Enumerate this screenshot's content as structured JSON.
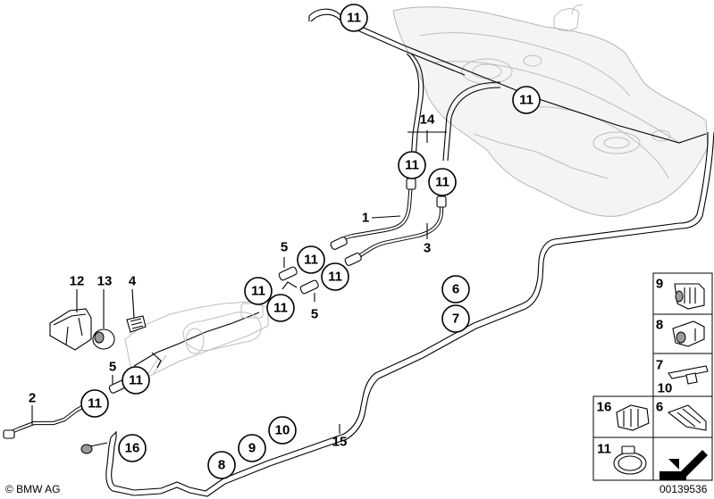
{
  "callouts": {
    "c11_a": "11",
    "c11_b": "11",
    "c11_c": "11",
    "c11_d": "11",
    "c11_e": "11",
    "c11_f": "11",
    "c11_g": "11",
    "c11_h": "11",
    "c11_i": "11",
    "c11_j": "11",
    "c6": "6",
    "c7": "7",
    "c16": "16",
    "c10": "10",
    "c9": "9",
    "c8": "8"
  },
  "labels": {
    "l14": "14",
    "l1": "1",
    "l3": "3",
    "l5_a": "5",
    "l5_b": "5",
    "l5_c": "5",
    "l12": "12",
    "l13": "13",
    "l4": "4",
    "l2": "2",
    "l15": "15"
  },
  "legend_panels": {
    "p9": "9",
    "p8": "8",
    "p7": "7",
    "p10": "10",
    "p16": "16",
    "p6": "6",
    "p11": "11"
  },
  "footer": {
    "brand": "© BMW AG",
    "image_number": "00139536"
  }
}
